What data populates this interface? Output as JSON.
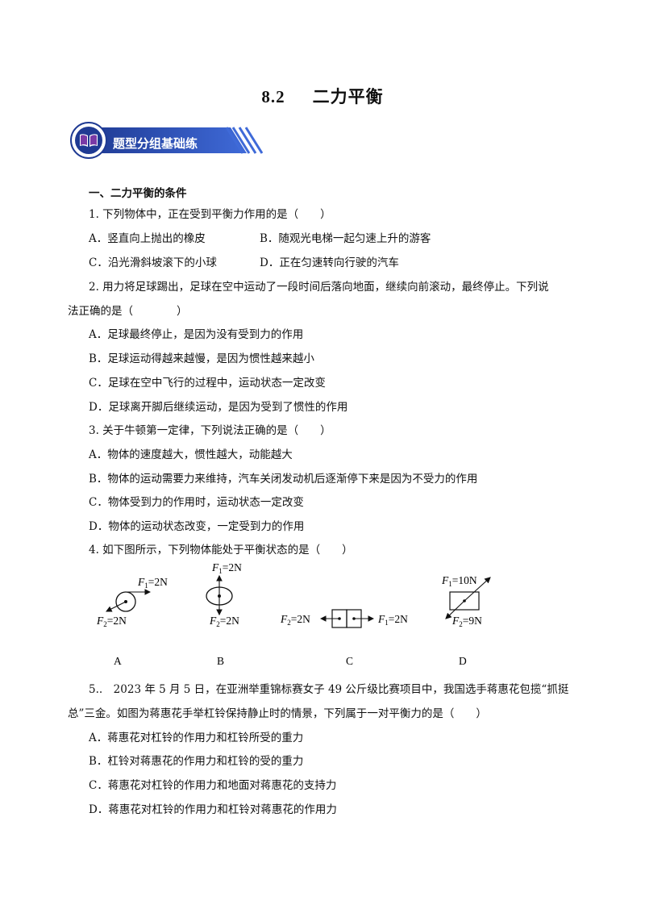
{
  "title": {
    "num": "8.2",
    "text": "二力平衡"
  },
  "banner": {
    "text": "题型分组基础练"
  },
  "section1": {
    "heading": "一、二力平衡的条件"
  },
  "q1": {
    "stem": "1. 下列物体中，正在受到平衡力作用的是（　　）",
    "a": "A．竖直向上抛出的橡皮",
    "b": "B．随观光电梯一起匀速上升的游客",
    "c": "C．沿光滑斜坡滚下的小球",
    "d": "D．正在匀速转向行驶的汽车"
  },
  "q2": {
    "stem1": "2. 用力将足球踢出，足球在空中运动了一段时间后落向地面，继续向前滚动，最终停止。下列说",
    "stem2": "法正确的是（　　　　）",
    "a": "A．足球最终停止，是因为没有受到力的作用",
    "b": "B．足球运动得越来越慢，是因为惯性越来越小",
    "c": "C．足球在空中飞行的过程中，运动状态一定改变",
    "d": "D．足球离开脚后继续运动，是因为受到了惯性的作用"
  },
  "q3": {
    "stem": "3. 关于牛顿第一定律，下列说法正确的是（　　）",
    "a": "A．物体的速度越大，惯性越大，动能越大",
    "b": "B．物体的运动需要力来维持，汽车关闭发动机后逐渐停下来是因为不受力的作用",
    "c": "C．物体受到力的作用时，运动状态一定改变",
    "d": "D．物体的运动状态改变，一定受到力的作用"
  },
  "q4": {
    "stem": "4. 如下图所示，下列物体能处于平衡状态的是（　　）",
    "figA": {
      "f1": "F",
      "f1sub": "1",
      "f1val": "=2N",
      "f2": "F",
      "f2sub": "2",
      "f2val": "=2N",
      "label": "A"
    },
    "figB": {
      "f1": "F",
      "f1sub": "1",
      "f1val": "=2N",
      "f2": "F",
      "f2sub": "2",
      "f2val": "=2N",
      "label": "B"
    },
    "figC": {
      "f1": "F",
      "f1sub": "1",
      "f1val": "=2N",
      "f2": "F",
      "f2sub": "2",
      "f2val": "=2N",
      "label": "C"
    },
    "figD": {
      "f1": "F",
      "f1sub": "1",
      "f1val": "=10N",
      "f2": "F",
      "f2sub": "2",
      "f2val": "=9N",
      "label": "D"
    }
  },
  "q5": {
    "stem1": "5..　2023 年 5 月 5 日，在亚洲举重锦标赛女子 49 公斤级比赛项目中，我国选手蒋惠花包揽“抓挺",
    "stem2": "总”三金。如图为蒋惠花手举杠铃保持静止时的情景，下列属于一对平衡力的是（　　）",
    "a": "A．蒋惠花对杠铃的作用力和杠铃所受的重力",
    "b": "B．杠铃对蒋惠花的作用力和杠铃的受的重力",
    "c": "C．蒋惠花对杠铃的作用力和地面对蒋惠花的支持力",
    "d": "D．蒋惠花对杠铃的作用力和杠铃对蒋惠花的作用力"
  },
  "colors": {
    "banner_dark": "#1f3a93",
    "banner_mid": "#2f55c8",
    "banner_icon": "#5b2a86"
  }
}
